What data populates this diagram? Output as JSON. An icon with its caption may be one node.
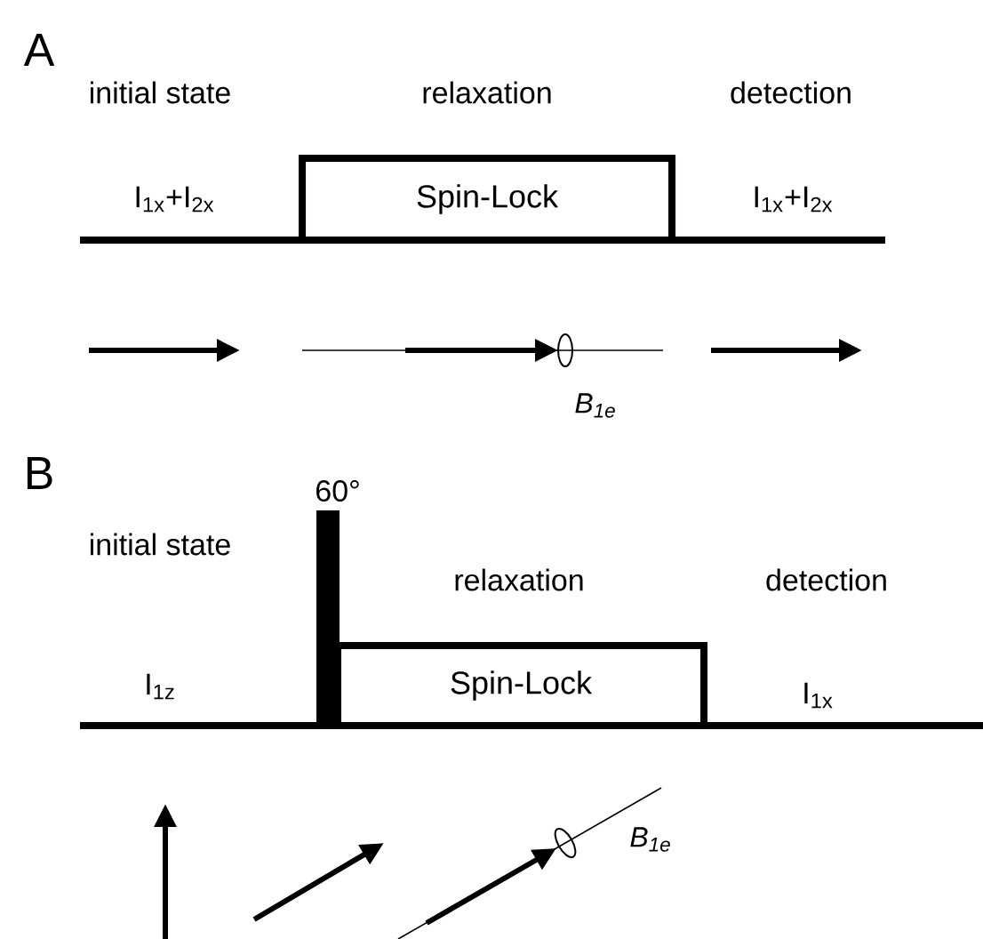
{
  "diagram": {
    "nodes": [
      {
        "text": [
          "Spin-Lock"
        ]
      },
      {
        "text": [
          "Spin-Lock"
        ]
      }
    ],
    "labels": [
      "A",
      "initial state",
      "relaxation",
      "detection",
      "I$_{1x}$+I$_{2x}$",
      "I$_{1x}$+I$_{2x}$",
      "B$_{1e}$",
      "B",
      "60°",
      "initial state",
      "relaxation",
      "detection",
      "I$_{1z}$",
      "I$_{1x}$",
      "B$_{1e}$"
    ]
  }
}
